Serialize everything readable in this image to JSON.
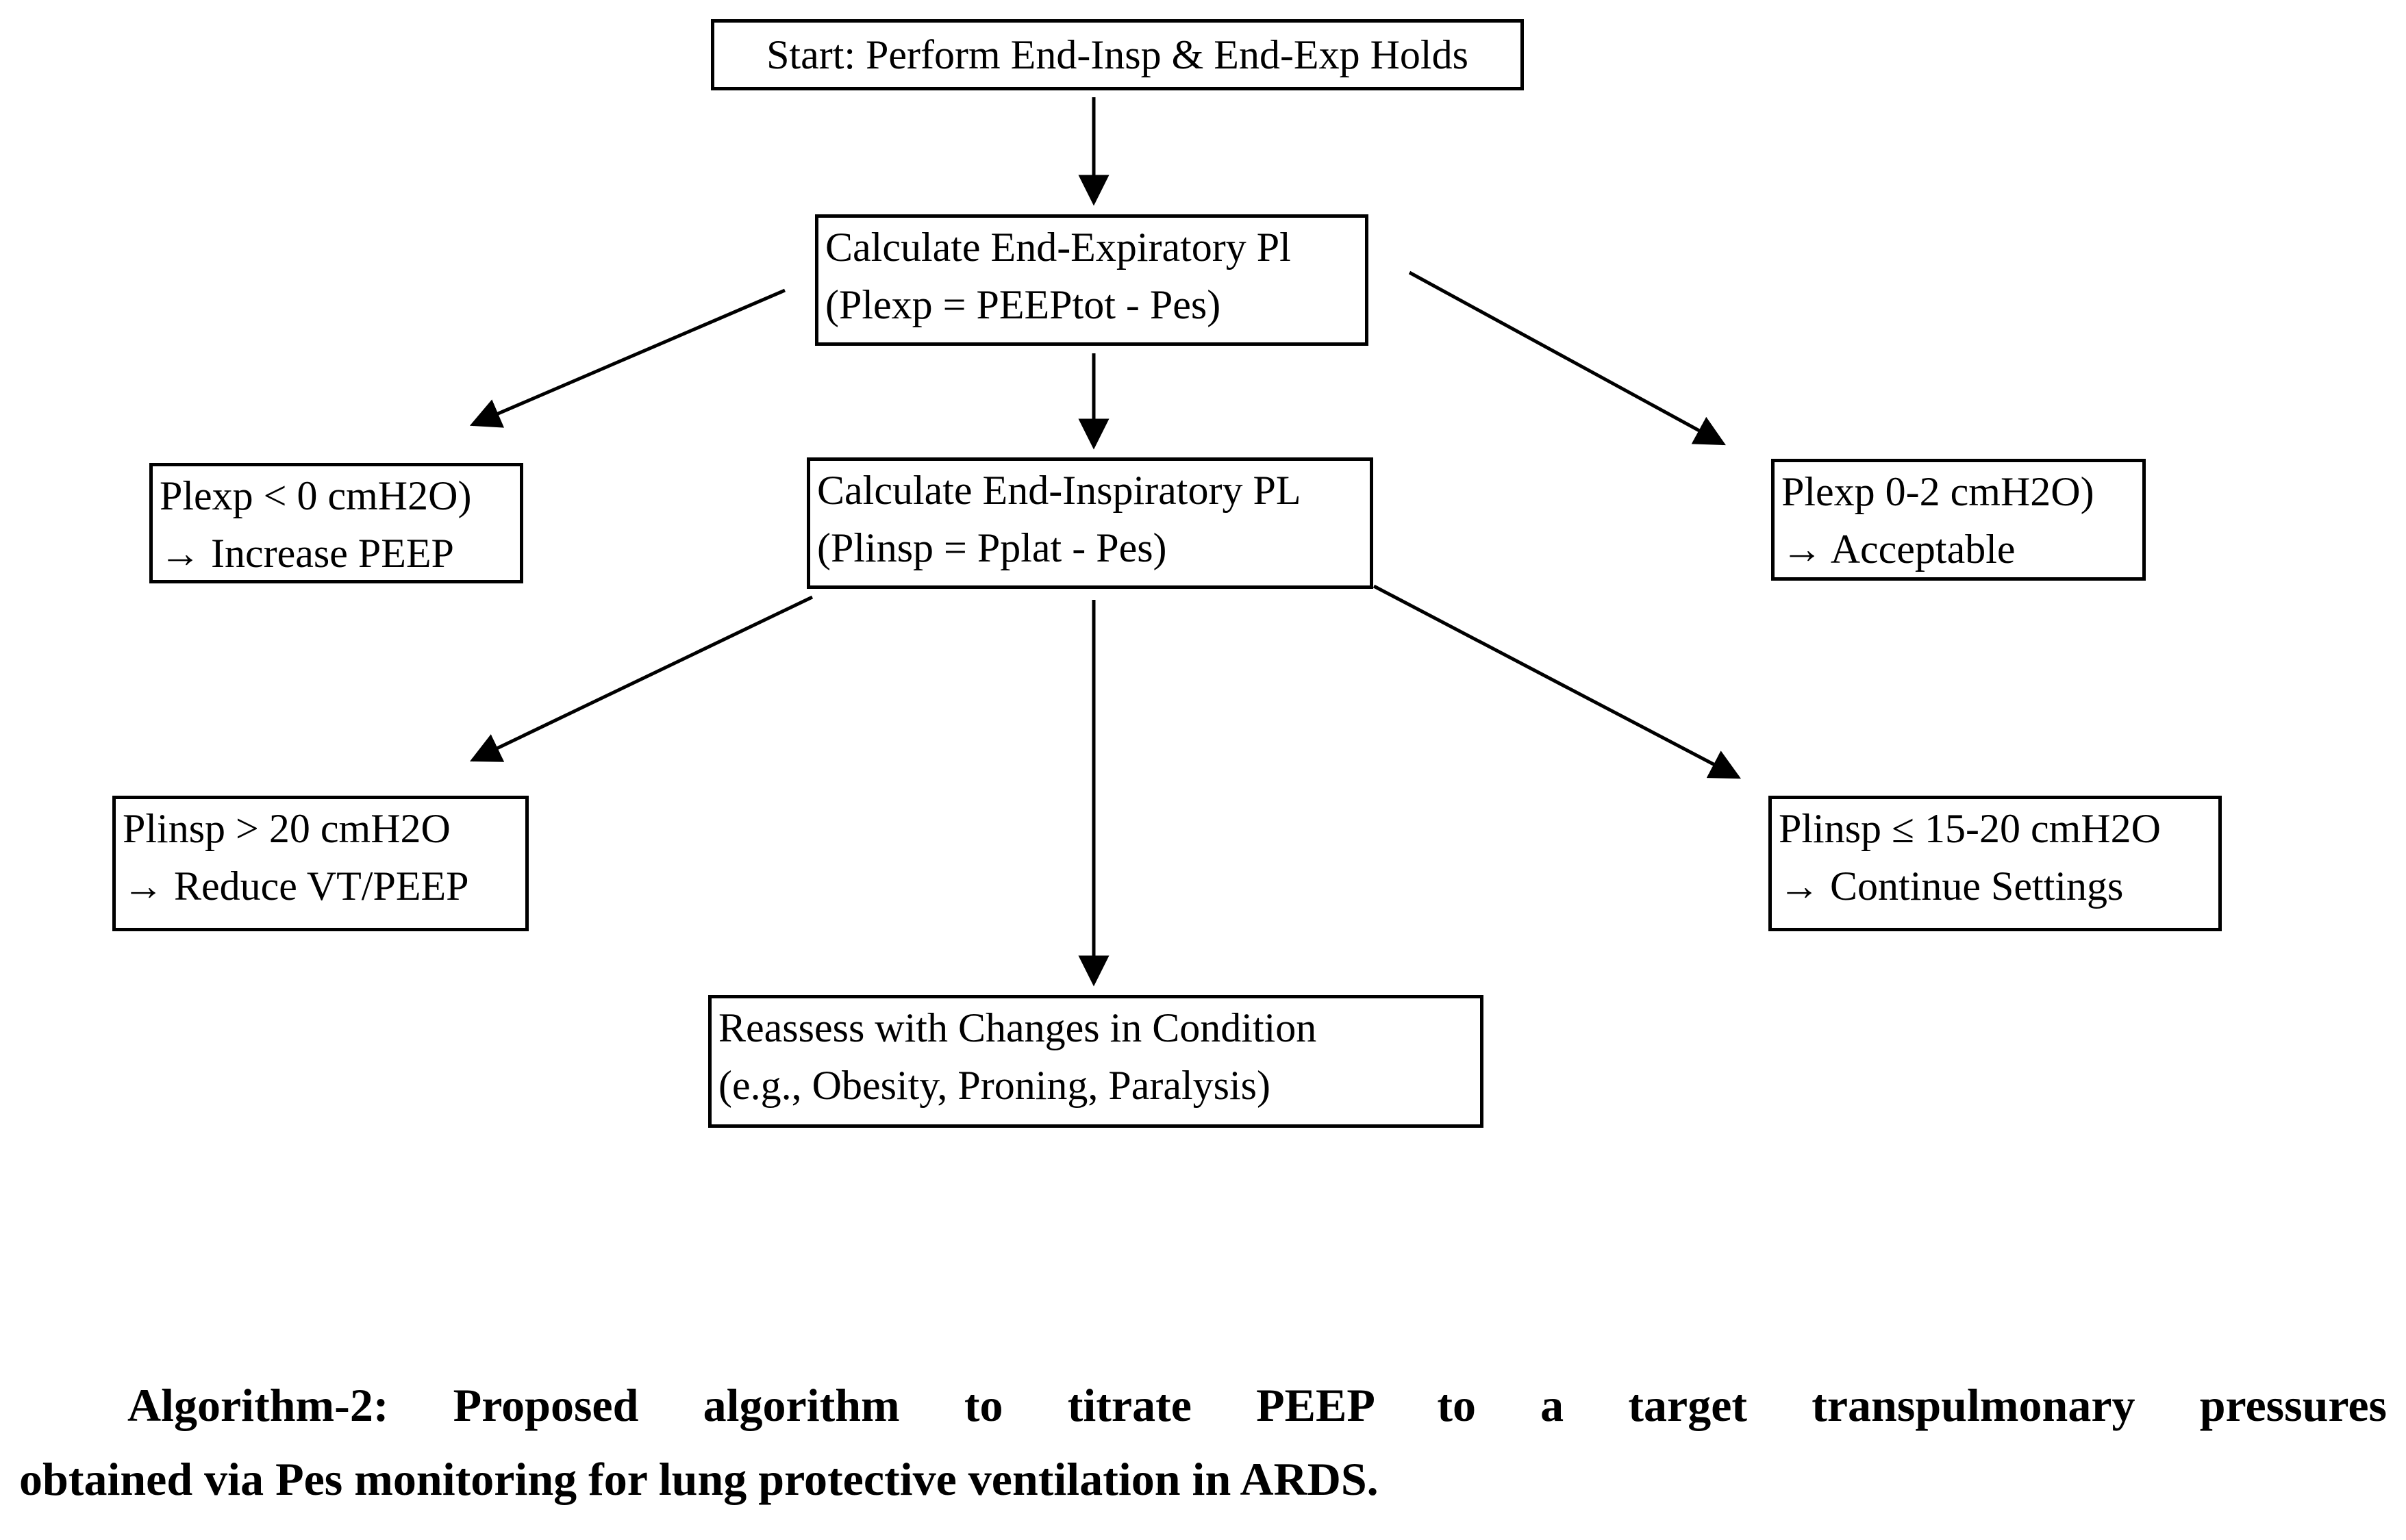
{
  "nodes": {
    "start": {
      "line1": "Start: Perform End-Insp & End-Exp Holds"
    },
    "calc_exp": {
      "line1": "Calculate End-Expiratory Pl",
      "line2": "(Plexp = PEEPtot - Pes)"
    },
    "plexp_low": {
      "line1": "Plexp < 0 cmH2O)",
      "line2": "→ Increase PEEP"
    },
    "calc_insp": {
      "line1": "Calculate End-Inspiratory PL",
      "line2": "(Plinsp = Pplat - Pes)"
    },
    "plexp_ok": {
      "line1": "Plexp 0-2 cmH2O)",
      "line2": "→ Acceptable"
    },
    "plinsp_high": {
      "line1": "Plinsp > 20 cmH2O",
      "line2": "→ Reduce VT/PEEP"
    },
    "plinsp_ok": {
      "line1": "Plinsp ≤ 15-20 cmH2O",
      "line2": "→ Continue Settings"
    },
    "reassess": {
      "line1": "Reassess with Changes in Condition",
      "line2": "(e.g., Obesity, Proning, Paralysis)"
    }
  },
  "edges": [
    {
      "from": "start",
      "to": "calc_exp"
    },
    {
      "from": "calc_exp",
      "to": "plexp_low"
    },
    {
      "from": "calc_exp",
      "to": "calc_insp"
    },
    {
      "from": "calc_exp",
      "to": "plexp_ok"
    },
    {
      "from": "calc_insp",
      "to": "plinsp_high"
    },
    {
      "from": "calc_insp",
      "to": "reassess"
    },
    {
      "from": "calc_insp",
      "to": "plinsp_ok"
    }
  ],
  "caption": {
    "line1": "Algorithm-2: Proposed algorithm to titrate PEEP to a target transpulmonary pressures",
    "line2": "obtained via Pes monitoring for lung protective ventilation in ARDS."
  },
  "colors": {
    "background": "#ffffff",
    "line": "#000000",
    "text": "#000000"
  }
}
